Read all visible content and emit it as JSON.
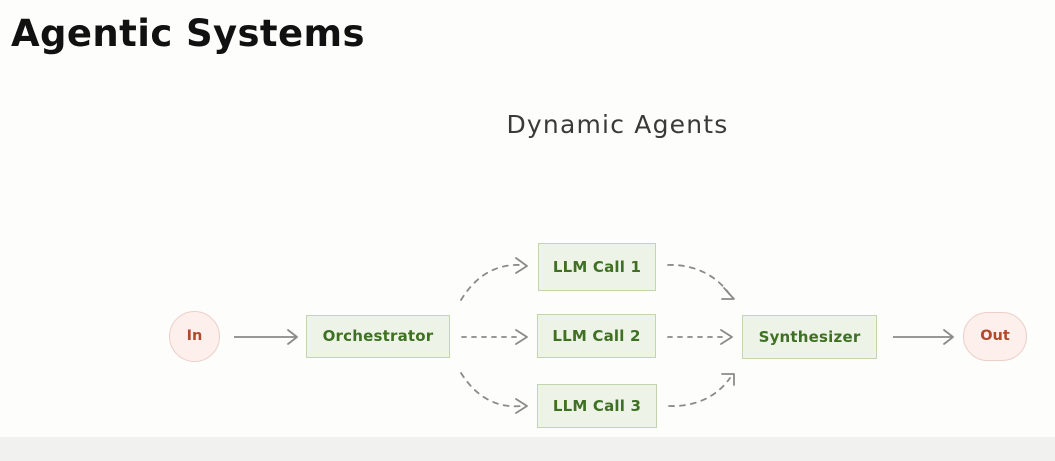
{
  "slide": {
    "title": "Agentic Systems",
    "diagram_title": "Dynamic Agents",
    "background_color": "#fdfdfc",
    "band_color": "#f1f1ef"
  },
  "diagram": {
    "type": "flow-diagram",
    "colors": {
      "box_fill": "#edf3e6",
      "box_border": "#c3d6ab",
      "box_text": "#3f7023",
      "terminal_fill": "#fcefec",
      "terminal_border": "#eccfc7",
      "terminal_text": "#b04a2a",
      "edge": "#8a8a8a"
    },
    "nodes": [
      {
        "id": "in",
        "label": "In",
        "shape": "circle",
        "kind": "terminal"
      },
      {
        "id": "orchestrator",
        "label": "Orchestrator",
        "shape": "rect",
        "kind": "process"
      },
      {
        "id": "llm1",
        "label": "LLM Call 1",
        "shape": "rect",
        "kind": "process"
      },
      {
        "id": "llm2",
        "label": "LLM Call 2",
        "shape": "rect",
        "kind": "process"
      },
      {
        "id": "llm3",
        "label": "LLM Call 3",
        "shape": "rect",
        "kind": "process"
      },
      {
        "id": "synthesizer",
        "label": "Synthesizer",
        "shape": "rect",
        "kind": "process"
      },
      {
        "id": "out",
        "label": "Out",
        "shape": "pill",
        "kind": "terminal"
      }
    ],
    "edges": [
      {
        "from": "in",
        "to": "orchestrator",
        "style": "solid"
      },
      {
        "from": "orchestrator",
        "to": "llm1",
        "style": "dashed"
      },
      {
        "from": "orchestrator",
        "to": "llm2",
        "style": "dashed"
      },
      {
        "from": "orchestrator",
        "to": "llm3",
        "style": "dashed"
      },
      {
        "from": "llm1",
        "to": "synthesizer",
        "style": "dashed"
      },
      {
        "from": "llm2",
        "to": "synthesizer",
        "style": "dashed"
      },
      {
        "from": "llm3",
        "to": "synthesizer",
        "style": "dashed"
      },
      {
        "from": "synthesizer",
        "to": "out",
        "style": "solid"
      }
    ]
  }
}
